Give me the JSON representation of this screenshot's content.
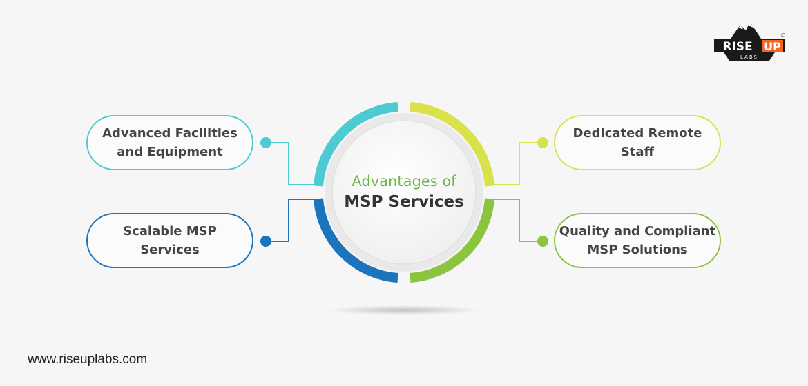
{
  "center": {
    "line1": "Advantages of",
    "line2": "MSP Services"
  },
  "boxes": {
    "top_left": "Advanced Facilities\nand Equipment",
    "bottom_left": "Scalable MSP\nServices",
    "top_right": "Dedicated Remote\nStaff",
    "bottom_right": "Quality and Compliant\nMSP Solutions"
  },
  "website": "www.riseuplabs.com",
  "logo": {
    "word1": "RISE",
    "word2": "UP",
    "sub": "LABS",
    "mark": "©"
  },
  "colors": {
    "teal": "#4ecad3",
    "blue": "#1c74bd",
    "yellow_green": "#d9e24a",
    "green": "#8bc53f",
    "orange": "#f26522",
    "title_green": "#6bb644"
  }
}
